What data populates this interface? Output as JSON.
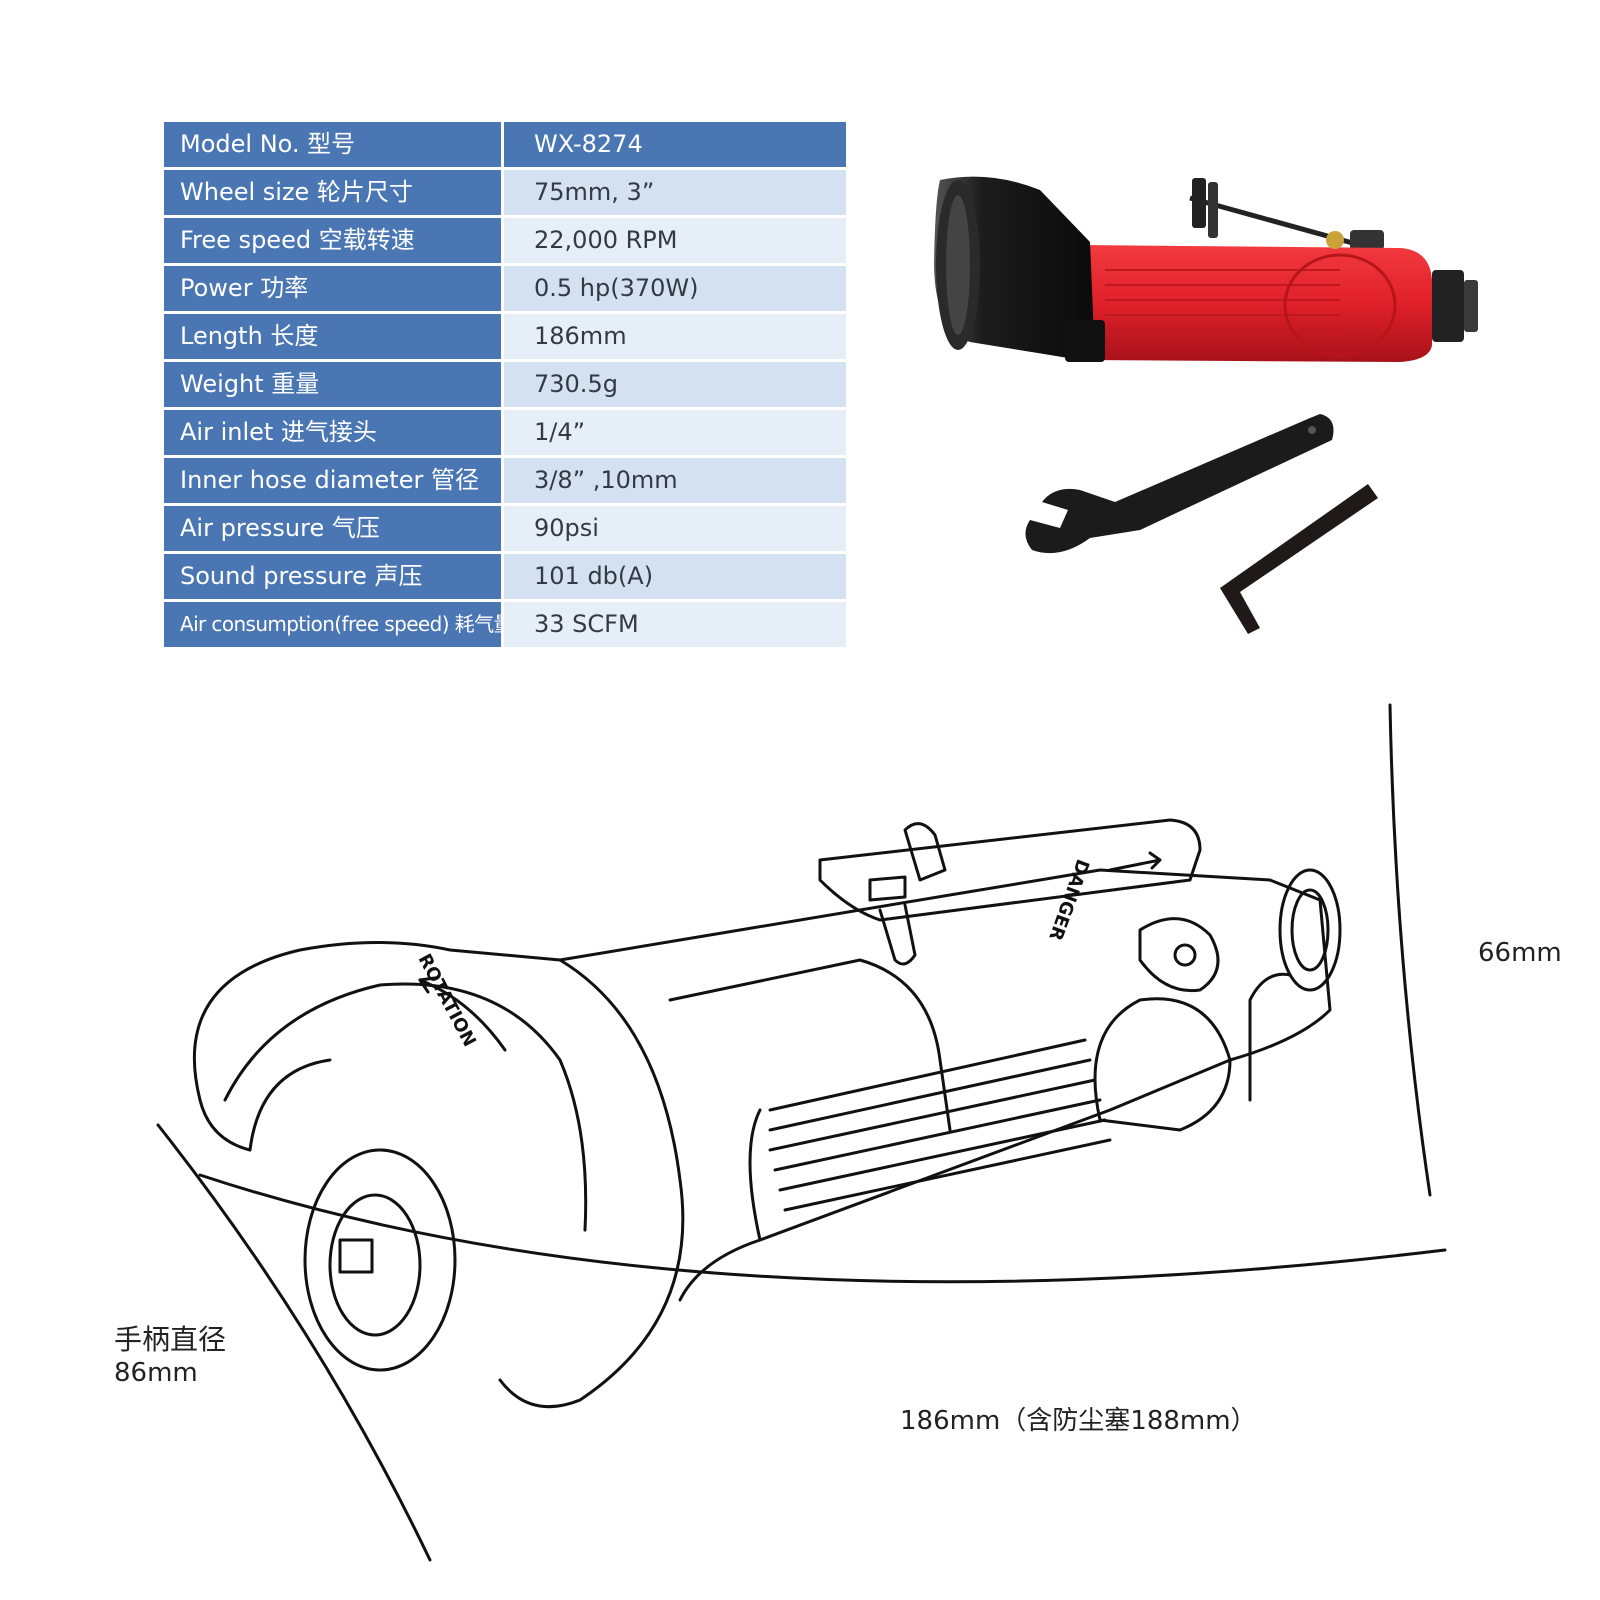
{
  "specs": {
    "rows": [
      {
        "label": "Model No.  型号",
        "value": "WX-8274"
      },
      {
        "label": "Wheel size  轮片尺寸",
        "value": "75mm, 3”"
      },
      {
        "label": "Free speed 空载转速",
        "value": "22,000 RPM"
      },
      {
        "label": "Power 功率",
        "value": "0.5 hp(370W)"
      },
      {
        "label": "Length 长度",
        "value": "186mm"
      },
      {
        "label": "Weight 重量",
        "value": "730.5g"
      },
      {
        "label": "Air inlet 进气接头",
        "value": "1/4”"
      },
      {
        "label": "Inner hose diameter 管径",
        "value": "3/8” ,10mm"
      },
      {
        "label": "Air pressure 气压",
        "value": "90psi"
      },
      {
        "label": "Sound pressure 声压",
        "value": "101 db(A)"
      },
      {
        "label": "Air consumption(free speed) 耗气量",
        "value": "33 SCFM"
      }
    ]
  },
  "drawing": {
    "rotation_label": "ROTATION",
    "lever_label": "DANGER",
    "height_dim": "66mm",
    "handle_dim_cn": "手柄直径",
    "handle_dim": "86mm",
    "length_dim": "186mm（含防尘塞188mm）"
  },
  "colors": {
    "table_header": "#4a76b4",
    "row_light": "#e6eef8",
    "row_mid": "#d4e1f1",
    "tool_body": "#e0202a",
    "tool_guard": "#1c1c1c"
  }
}
